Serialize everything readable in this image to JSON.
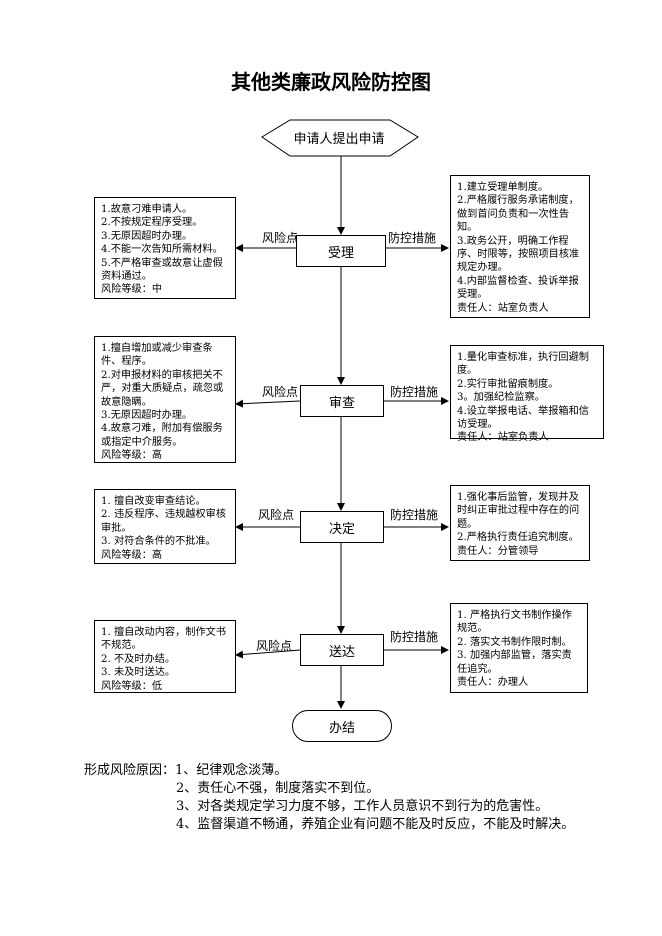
{
  "title": "其他类廉政风险防控图",
  "start": "申请人提出申请",
  "end": "办结",
  "risk_label": "风险点",
  "control_label": "防控措施",
  "steps": [
    {
      "name": "受理",
      "risks": [
        "1.故意刁难申请人。",
        "2.不按规定程序受理。",
        "3.无原因超时办理。",
        "4.不能一次告知所需材料。",
        "5.不严格审查或故意让虚假资料通过。",
        "风险等级：中"
      ],
      "controls": [
        "1.建立受理单制度。",
        "2.严格履行服务承诺制度，做到首问负责和一次性告知。",
        "3.政务公开，明确工作程序、时限等，按照项目核准规定办理。",
        "4.内部监督检查、投诉举报受理。",
        "责任人：站室负责人"
      ]
    },
    {
      "name": "审查",
      "risks": [
        "1.擅自增加或减少审查条件、程序。",
        "2.对申报材料的审核把关不严，对重大质疑点，疏忽或故意隐瞒。",
        "3.无原因超时办理。",
        "4.故意刁难，附加有偿服务或指定中介服务。",
        "风险等级：高"
      ],
      "controls": [
        "1.量化审查标准，执行回避制度。",
        "2.实行审批留痕制度。",
        "3。加强纪检监察。",
        "4.设立举报电话、举报箱和信访受理。",
        "责任人：站室负责人"
      ]
    },
    {
      "name": "决定",
      "risks": [
        "1. 擅自改变审查结论。",
        "2. 违反程序、违规越权审核审批。",
        "3. 对符合条件的不批准。",
        "风险等级：高"
      ],
      "controls": [
        "1.强化事后监管，发现并及时纠正审批过程中存在的问题。",
        "2.严格执行责任追究制度。",
        "责任人：分管领导"
      ]
    },
    {
      "name": "送达",
      "risks": [
        "1. 擅自改动内容，制作文书不规范。",
        "2. 不及时办结。",
        "3. 未及时送达。",
        "风险等级：低"
      ],
      "controls": [
        "1. 严格执行文书制作操作规范。",
        "2. 落实文书制作限时制。",
        "3. 加强内部监管，落实责任追究。",
        "责任人：办理人"
      ]
    }
  ],
  "notes": {
    "lead": "形成风险原因：",
    "items": [
      "1、纪律观念淡薄。",
      "2、责任心不强，制度落实不到位。",
      "3、对各类规定学习力度不够，工作人员意识不到行为的危害性。",
      "4、监督渠道不畅通，养殖企业有问题不能及时反应，不能及时解决。"
    ]
  }
}
